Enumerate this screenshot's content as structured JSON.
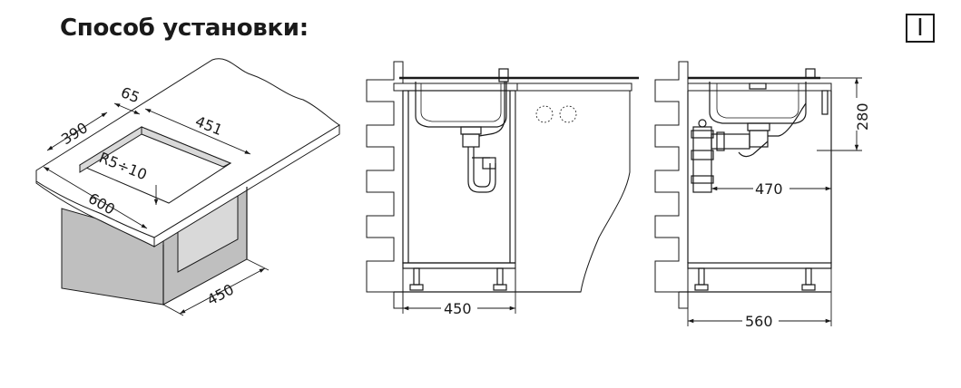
{
  "title": "Способ установки:",
  "badge": "I",
  "iso_view": {
    "dim_65": "65",
    "dim_390": "390",
    "dim_451": "451",
    "dim_radius": "R5÷10",
    "dim_600": "600",
    "dim_450": "450"
  },
  "front_view": {
    "dim_width": "450"
  },
  "side_view": {
    "dim_280": "280",
    "dim_470": "470",
    "dim_560": "560"
  }
}
